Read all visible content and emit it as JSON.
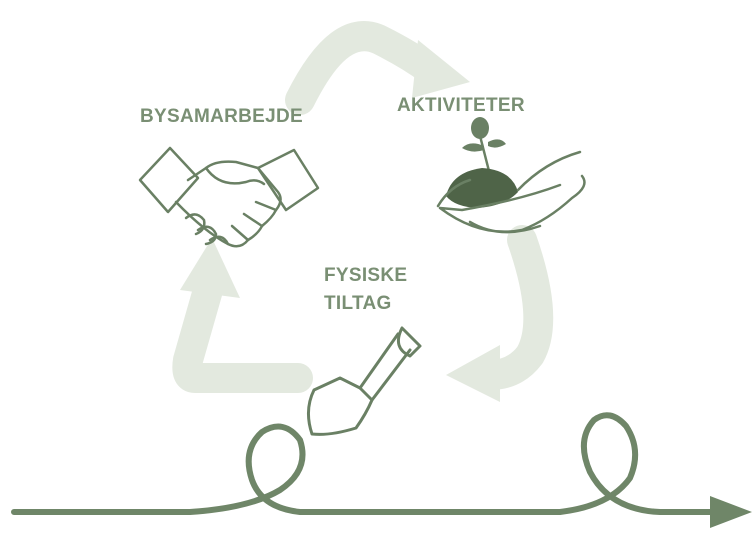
{
  "labels": {
    "bysamarbejde": "BYSAMARBEJDE",
    "aktiviteter": "AKTIVITETER",
    "fysiske_line1": "FYSISKE",
    "fysiske_line2": "TILTAG"
  },
  "colors": {
    "cycle_arrow": "#e3e9df",
    "icon_stroke": "#6a8064",
    "label_text": "#7a8f74",
    "timeline": "#6f8668",
    "soil": "#4f6448"
  },
  "icons": [
    "handshake-icon",
    "seedling-in-hands-icon",
    "shovel-icon"
  ]
}
